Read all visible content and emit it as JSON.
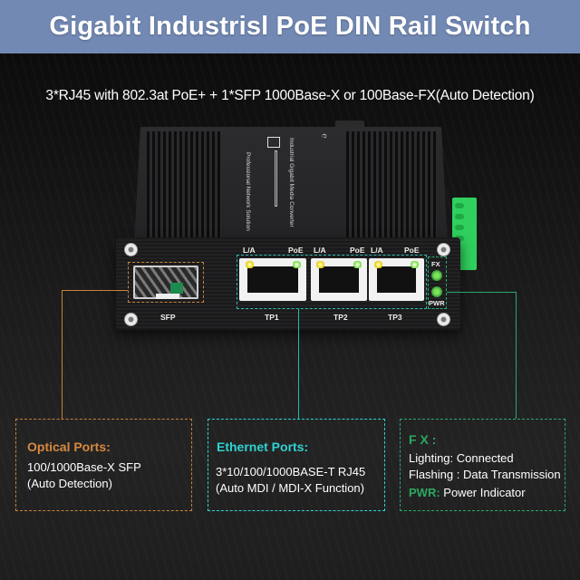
{
  "header": {
    "title": "Gigabit Industrisl PoE DIN Rail Switch"
  },
  "subtitle": "3*RJ45 with 802.3at PoE+ + 1*SFP 1000Base-X or 100Base-FX(Auto Detection)",
  "device": {
    "top_label_1": "Industrial Gigabit Media Converter",
    "top_label_2": "Professional Network Solution",
    "sfp_label": "SFP",
    "ports": [
      {
        "name": "TP1",
        "led_left": "L/A",
        "led_right": "PoE"
      },
      {
        "name": "TP2",
        "led_left": "L/A",
        "led_right": "PoE"
      },
      {
        "name": "TP3",
        "led_left": "L/A",
        "led_right": "PoE"
      }
    ],
    "indicators": {
      "fx": "FX",
      "pwr": "PWR"
    }
  },
  "colors": {
    "header_bg": "#7289b4",
    "optical": "#d7893f",
    "ethernet": "#2fd2d2",
    "status": "#2aa860"
  },
  "info_boxes": {
    "optical": {
      "title": "Optical Ports:",
      "line1": "100/1000Base-X SFP",
      "line2": "(Auto Detection)"
    },
    "ethernet": {
      "title": "Ethernet Ports:",
      "line1": "3*10/100/1000BASE-T RJ45",
      "line2": "(Auto MDI / MDI-X Function)"
    },
    "status": {
      "title": "F X :",
      "line1": "Lighting: Connected",
      "line2": "Flashing : Data Transmission",
      "pwr_label": "PWR:",
      "pwr_text": " Power Indicator"
    }
  }
}
